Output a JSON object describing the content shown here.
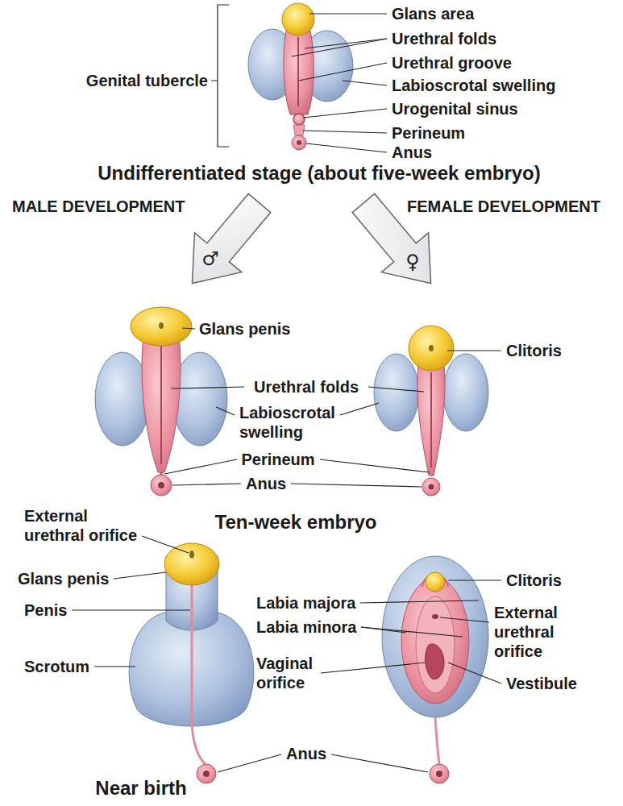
{
  "diagram": {
    "labels": [
      "Glans area",
      "Urethral folds",
      "Urethral groove",
      "Labioscrotal swelling",
      "Urogenital sinus",
      "Perineum",
      "Anus",
      "Genital tubercle",
      "Undifferentiated stage (about five-week embryo)",
      "MALE DEVELOPMENT",
      "FEMALE DEVELOPMENT",
      "♂",
      "♀",
      "Glans penis",
      "Clitoris",
      "Urethral folds",
      "Labioscrotal swelling",
      "Perineum",
      "Anus",
      "Ten-week embryo",
      "External urethral orifice",
      "Glans penis",
      "Penis",
      "Scrotum",
      "Labia majora",
      "Labia minora",
      "Vaginal orifice",
      "Clitoris",
      "External urethral orifice",
      "Vestibule",
      "Anus",
      "Near birth"
    ]
  }
}
